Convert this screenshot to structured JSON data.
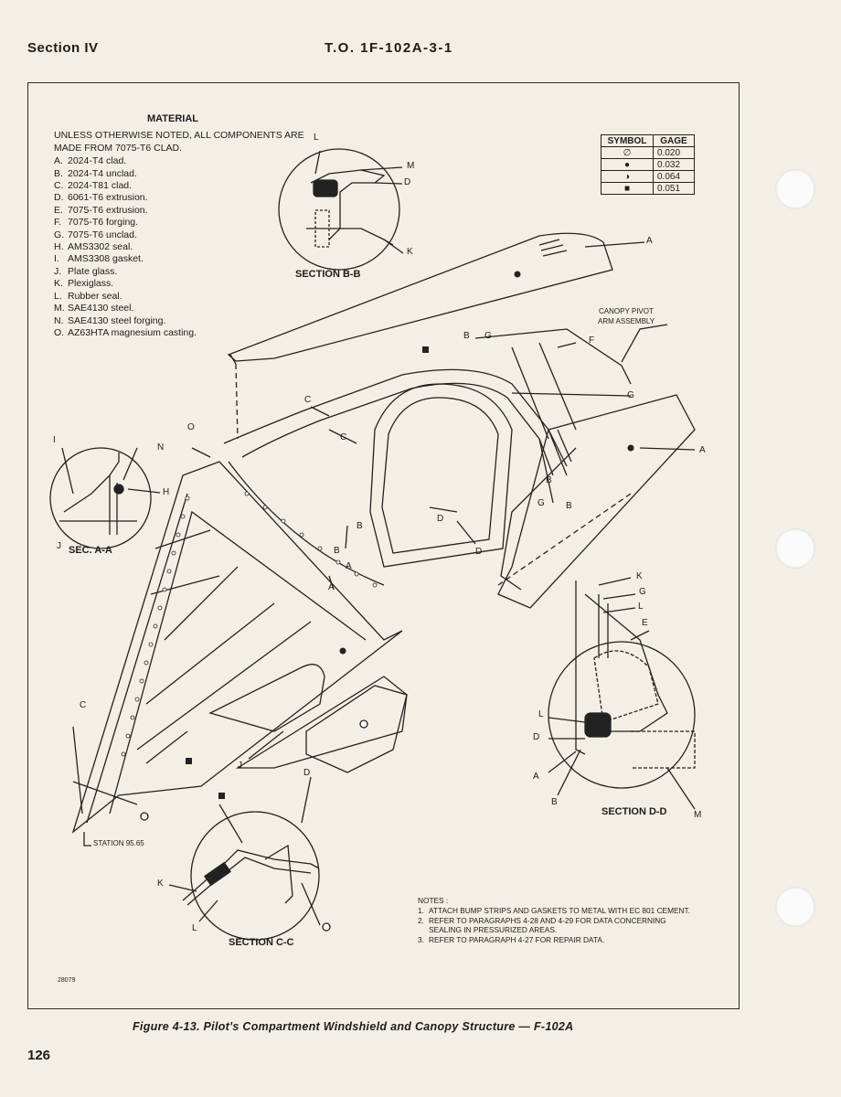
{
  "header": {
    "section": "Section IV",
    "to_number": "T.O. 1F-102A-3-1"
  },
  "material": {
    "title": "MATERIAL",
    "intro": "UNLESS OTHERWISE NOTED, ALL COMPONENTS ARE MADE FROM 7075-T6 CLAD.",
    "items": [
      {
        "key": "A.",
        "text": "2024-T4 clad."
      },
      {
        "key": "B.",
        "text": "2024-T4 unclad."
      },
      {
        "key": "C.",
        "text": "2024-T81 clad."
      },
      {
        "key": "D.",
        "text": "6061-T6 extrusion."
      },
      {
        "key": "E.",
        "text": "7075-T6 extrusion."
      },
      {
        "key": "F.",
        "text": "7075-T6 forging."
      },
      {
        "key": "G.",
        "text": "7075-T6 unclad."
      },
      {
        "key": "H.",
        "text": "AMS3302 seal."
      },
      {
        "key": "I.",
        "text": "AMS3308 gasket."
      },
      {
        "key": "J.",
        "text": "Plate glass."
      },
      {
        "key": "K.",
        "text": "Plexiglass."
      },
      {
        "key": "L.",
        "text": "Rubber seal."
      },
      {
        "key": "M.",
        "text": "SAE4130 steel."
      },
      {
        "key": "N.",
        "text": "SAE4130 steel forging."
      },
      {
        "key": "O.",
        "text": "AZ63HTA magnesium casting."
      }
    ]
  },
  "gage_table": {
    "headers": [
      "SYMBOL",
      "GAGE"
    ],
    "rows": [
      {
        "symbol": "∅",
        "gage": "0.020"
      },
      {
        "symbol": "●",
        "gage": "0.032"
      },
      {
        "symbol": "◑",
        "gage": "0.064"
      },
      {
        "symbol": "■",
        "gage": "0.051"
      }
    ]
  },
  "labels": {
    "section_bb": "SECTION B-B",
    "sec_aa": "SEC. A-A",
    "section_cc": "SECTION C-C",
    "section_dd": "SECTION D-D",
    "canopy_pivot_1": "CANOPY PIVOT",
    "canopy_pivot_2": "ARM ASSEMBLY",
    "station": "STATION 95.65",
    "fig_id": "28079"
  },
  "notes": {
    "title": "NOTES :",
    "items": [
      {
        "key": "1.",
        "text": "ATTACH BUMP STRIPS AND GASKETS TO METAL WITH EC 801 CEMENT."
      },
      {
        "key": "2.",
        "text": "REFER TO PARAGRAPHS 4-28 AND 4-29 FOR DATA CONCERNING SEALING IN PRESSURIZED AREAS."
      },
      {
        "key": "3.",
        "text": "REFER TO PARAGRAPH 4-27 FOR REPAIR DATA."
      }
    ]
  },
  "caption": "Figure 4-13.  Pilot's Compartment Windshield and Canopy Structure — F-102A",
  "page_number": "126"
}
